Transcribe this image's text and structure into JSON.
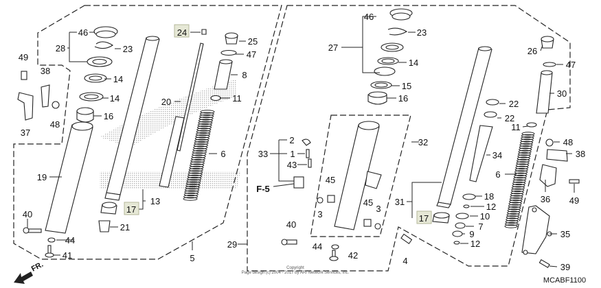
{
  "diagram": {
    "code": "MCABF1100",
    "front_marker": "FR.",
    "ref_marker": "F-5",
    "copyright_line1": "Copyright",
    "copyright_line2": "Page design (c) 2004 - 2017 by ARI Network Services, Inc.",
    "highlight_color": "#e6e8d6",
    "left_callouts": [
      "46",
      "28",
      "23",
      "49",
      "38",
      "14",
      "14",
      "37",
      "48",
      "16",
      "19",
      "6",
      "20",
      "11",
      "8",
      "25",
      "47",
      "24",
      "13",
      "17",
      "21",
      "40",
      "44",
      "41",
      "5",
      "29"
    ],
    "middle_callouts": [
      "2",
      "33",
      "1",
      "43",
      "45",
      "3",
      "45",
      "3",
      "40",
      "44",
      "42",
      "4",
      "32"
    ],
    "top_callouts": [
      "46",
      "23",
      "27",
      "14",
      "15",
      "16"
    ],
    "right_callouts": [
      "31",
      "17",
      "18",
      "12",
      "10",
      "7",
      "9",
      "12",
      "22",
      "22",
      "11",
      "34",
      "6",
      "26",
      "47",
      "30",
      "48",
      "38",
      "36",
      "49",
      "35",
      "39"
    ]
  }
}
